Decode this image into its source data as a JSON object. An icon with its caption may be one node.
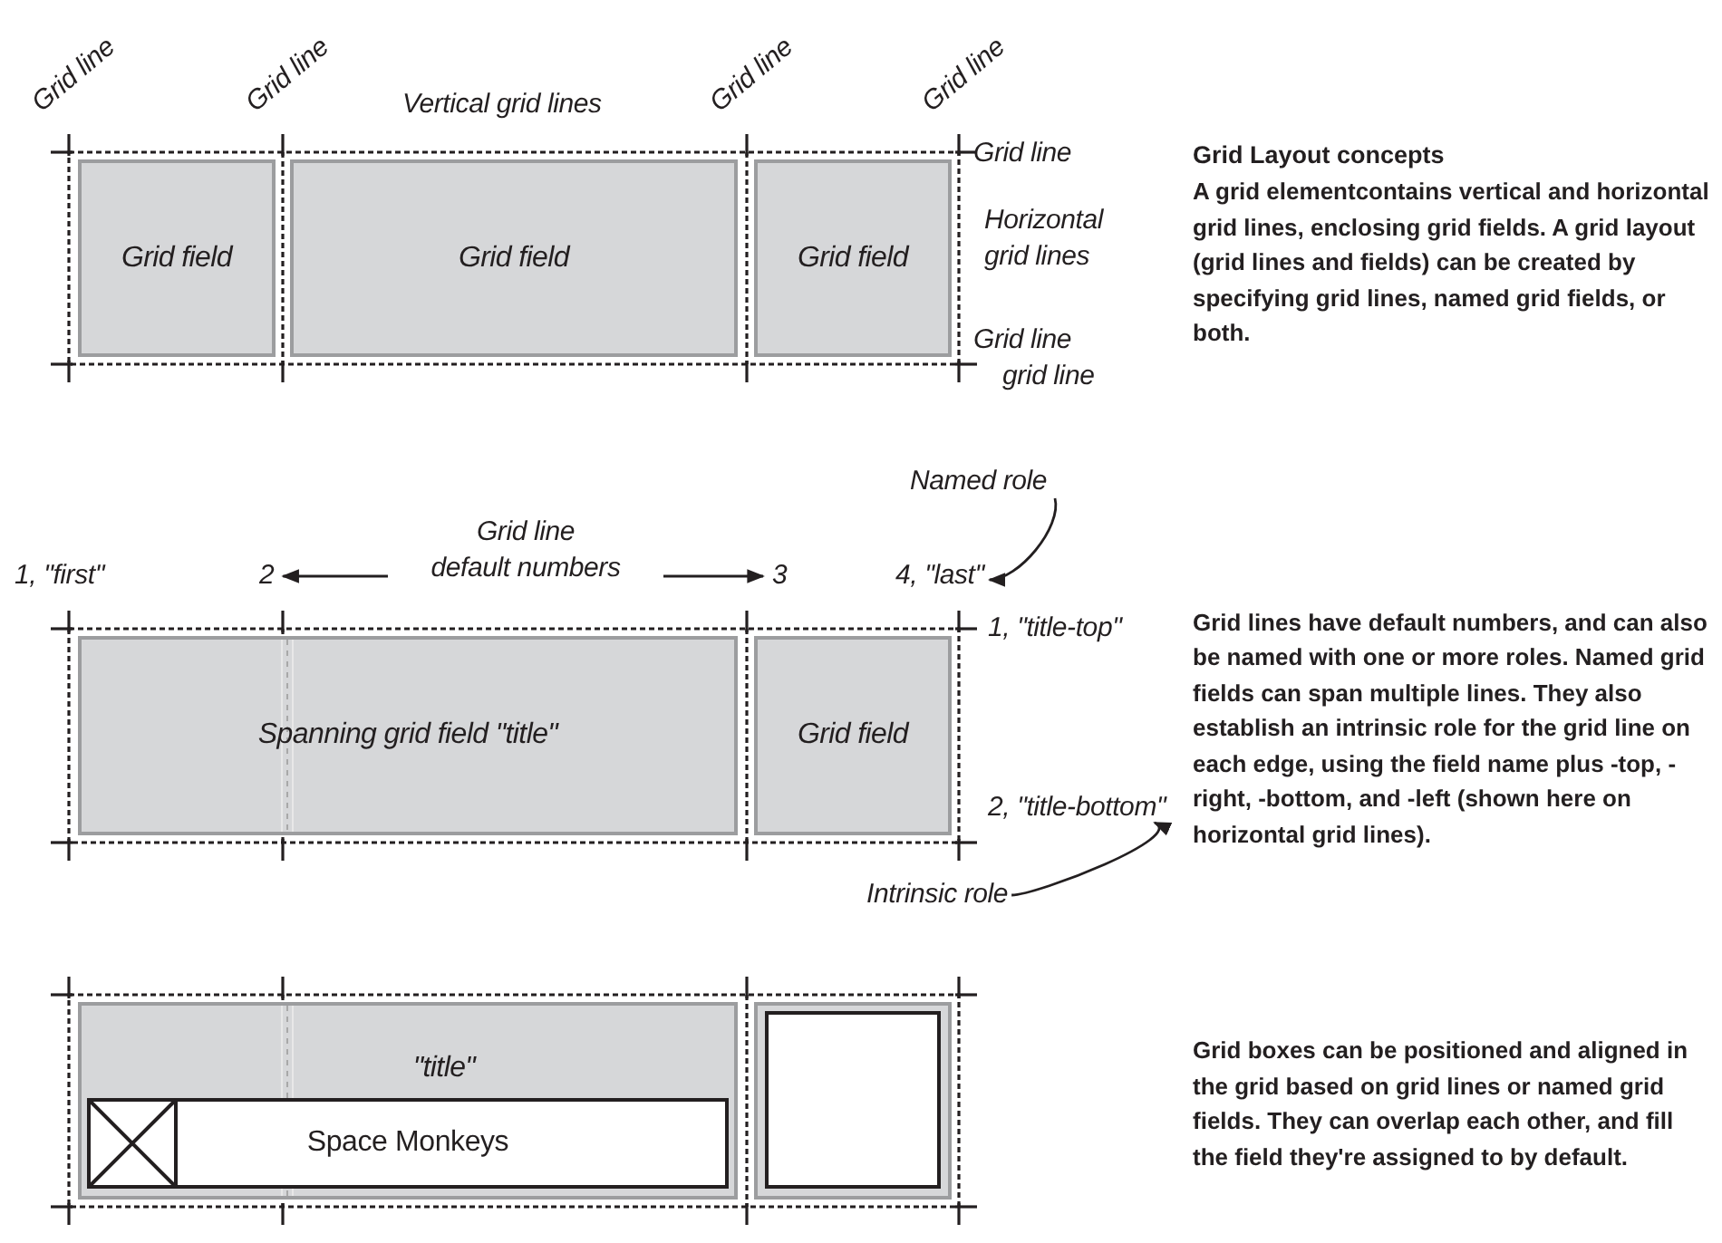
{
  "diagram": {
    "nodes": [
      {
        "text": [
          "Grid field"
        ]
      },
      {
        "text": [
          "Grid field"
        ]
      },
      {
        "text": [
          "Grid field"
        ]
      },
      {
        "text": [
          "Named role"
        ]
      },
      {
        "text": [
          "2"
        ]
      },
      {
        "text": [
          "Grid line default numbers"
        ]
      },
      {
        "text": [
          "3"
        ]
      },
      {
        "text": [
          "4, \"last\""
        ]
      },
      {
        "text": [
          "Spanning grid field \"title\""
        ]
      },
      {
        "text": [
          "Grid field"
        ]
      },
      {
        "text": [
          "2, \"title-bottom\""
        ]
      },
      {
        "text": [
          "Intrinsic role"
        ]
      },
      {
        "text": [
          "\"title\""
        ]
      },
      {
        "text": [
          "Space Monkeys"
        ],
        "in": 12
      },
      {
        "text": [],
        "shape": "box",
        "in": 13
      },
      {
        "text": [],
        "shape": "box"
      },
      {
        "text": [],
        "shape": "box",
        "in": 15
      }
    ],
    "edges": [
      {
        "from": 5,
        "to": 4,
        "arrow": "to"
      },
      {
        "from": 5,
        "to": 6,
        "arrow": "to"
      },
      {
        "from": 3,
        "to": 7,
        "arrow": "to"
      },
      {
        "from": 11,
        "to": 10,
        "arrow": "to"
      }
    ],
    "labels": [
      "Grid line",
      "Grid line",
      "Grid line",
      "Grid line",
      "Vertical grid lines",
      "Grid line",
      "Horizontal grid lines",
      "Grid line grid line",
      "1, \"first\"",
      "1, \"title-top\"",
      "Grid Layout concepts",
      "A grid elementcontains vertical and horizontal grid lines, enclosing grid fields. A grid layout (grid lines and fields) can be created by specifying grid lines, named grid fields, or both.",
      "Grid lines have default numbers, and can also be named with one or more roles. Named grid fields can span multiple lines. They also establish an intrinsic role for the grid line on each edge, using the field name plus -top, -right, -bottom, and -left (shown here on horizontal grid lines).",
      "Grid boxes can be positioned and aligned in the grid based on grid lines or named grid fields. They can overlap each other, and fill the field they're assigned to by default."
    ]
  }
}
